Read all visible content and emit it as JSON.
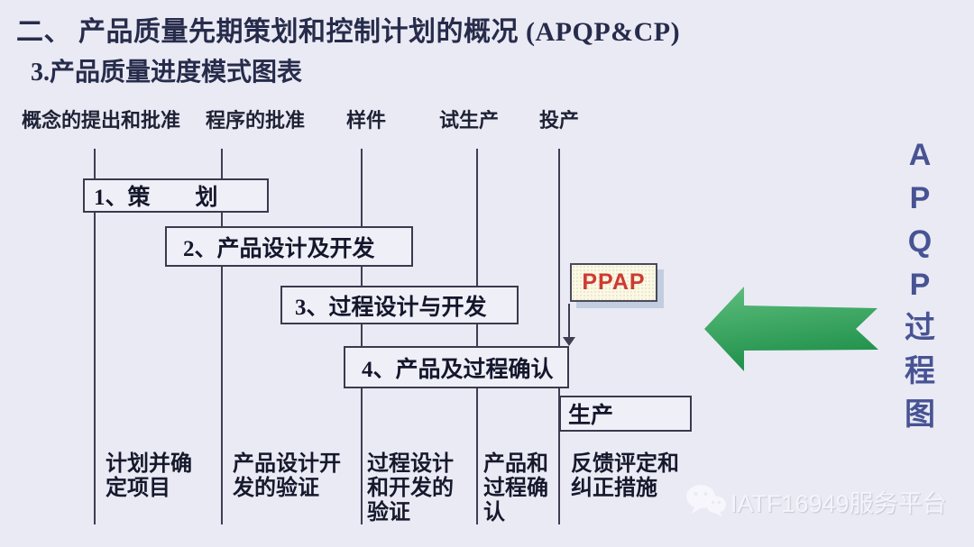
{
  "slide": {
    "title": "二、 产品质量先期策划和控制计划的概况 (APQP&CP)",
    "subtitle": "3.产品质量进度模式图表"
  },
  "timeline": {
    "milestones": [
      {
        "label": "概念的提出和批准"
      },
      {
        "label": "程序的批准"
      },
      {
        "label": "样件"
      },
      {
        "label": "试生产"
      },
      {
        "label": "投产"
      }
    ]
  },
  "phases": [
    {
      "label": "1、策　　划"
    },
    {
      "label": "2、产品设计及开发"
    },
    {
      "label": "3、过程设计与开发"
    },
    {
      "label": "4、产品及过程确认"
    },
    {
      "label": "生产"
    }
  ],
  "ppap": {
    "label": "PPAP"
  },
  "side_label": {
    "text": "APQP过程图"
  },
  "outputs": [
    {
      "label": "计划并确\n定项目"
    },
    {
      "label": "产品设计开\n发的验证"
    },
    {
      "label": "过程设计\n和开发的\n验证"
    },
    {
      "label": "产品和\n过程确\n认"
    },
    {
      "label": "反馈评定和\n纠正措施"
    }
  ],
  "watermark": {
    "text": "IATF16949服务平台",
    "icon": "wechat-icon"
  },
  "colors": {
    "background": "#EAEAF5",
    "line": "#3E3E52",
    "title_text": "#272C4B",
    "box_fill": "#EFEFF8",
    "ppap_fill": "#FBF8E6",
    "ppap_text": "#CE3B31",
    "ppap_shadow": "#C2CEDF",
    "side_label_text": "#475393",
    "green_arrow_light": "#5FBE7E",
    "green_arrow_dark": "#1E9049"
  }
}
